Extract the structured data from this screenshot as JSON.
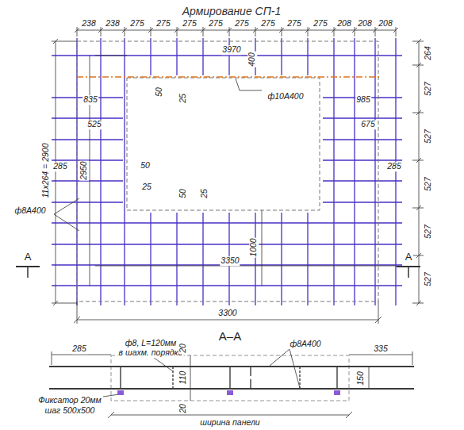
{
  "diagram": {
    "title": "Армирование СП-1",
    "labels": [
      "238",
      "238",
      "275",
      "275",
      "275",
      "275",
      "275",
      "275",
      "275",
      "275",
      "208",
      "208",
      "208",
      "3970",
      "400",
      "264",
      "527",
      "527",
      "527",
      "527",
      "527",
      "835",
      "525",
      "285",
      "2950",
      "50",
      "25",
      "50",
      "25",
      "50",
      "25",
      "ф10А400",
      "985",
      "675",
      "285",
      "ф8А400",
      "3350",
      "1000",
      "А",
      "А",
      "3300",
      "11x264 = 2900",
      "А–А",
      "285",
      "335",
      "ф8, L=120мм",
      "в шахм. порядке",
      "ф8А400",
      "20",
      "110",
      "20",
      "150",
      "Фиксатор 20мм",
      "шаг 500х500",
      "ширина панели"
    ]
  }
}
